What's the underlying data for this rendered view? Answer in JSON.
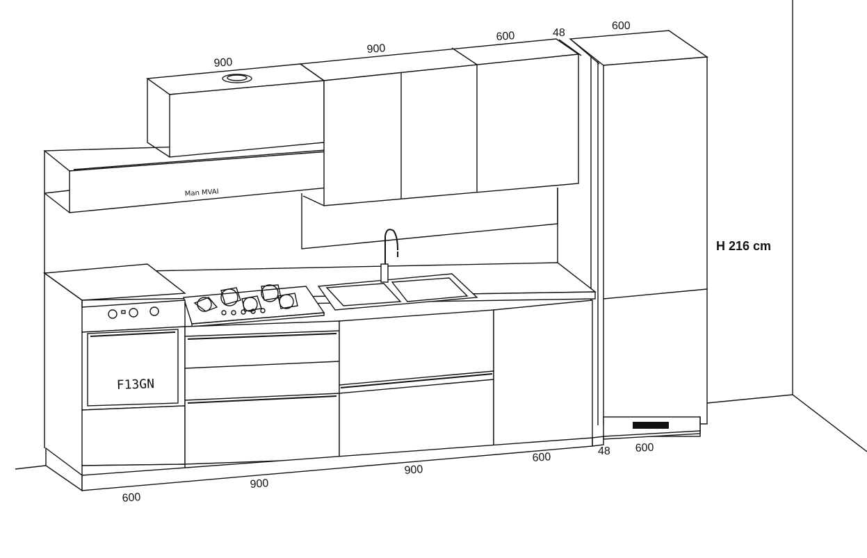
{
  "dimensions": {
    "top": {
      "hood_width": "900",
      "wall_units_width": "900",
      "wall_unit_right_width": "600",
      "gap_width": "48",
      "tall_unit_width": "600"
    },
    "bottom": {
      "oven_base_width": "600",
      "hob_base_width": "900",
      "sink_base_width": "900",
      "base_right_width": "600",
      "gap_width": "48",
      "tall_unit_width": "600"
    },
    "height_label": "H 216 cm"
  },
  "labels": {
    "hood_brand": "Man MVAI",
    "oven_model": "F13GN"
  }
}
